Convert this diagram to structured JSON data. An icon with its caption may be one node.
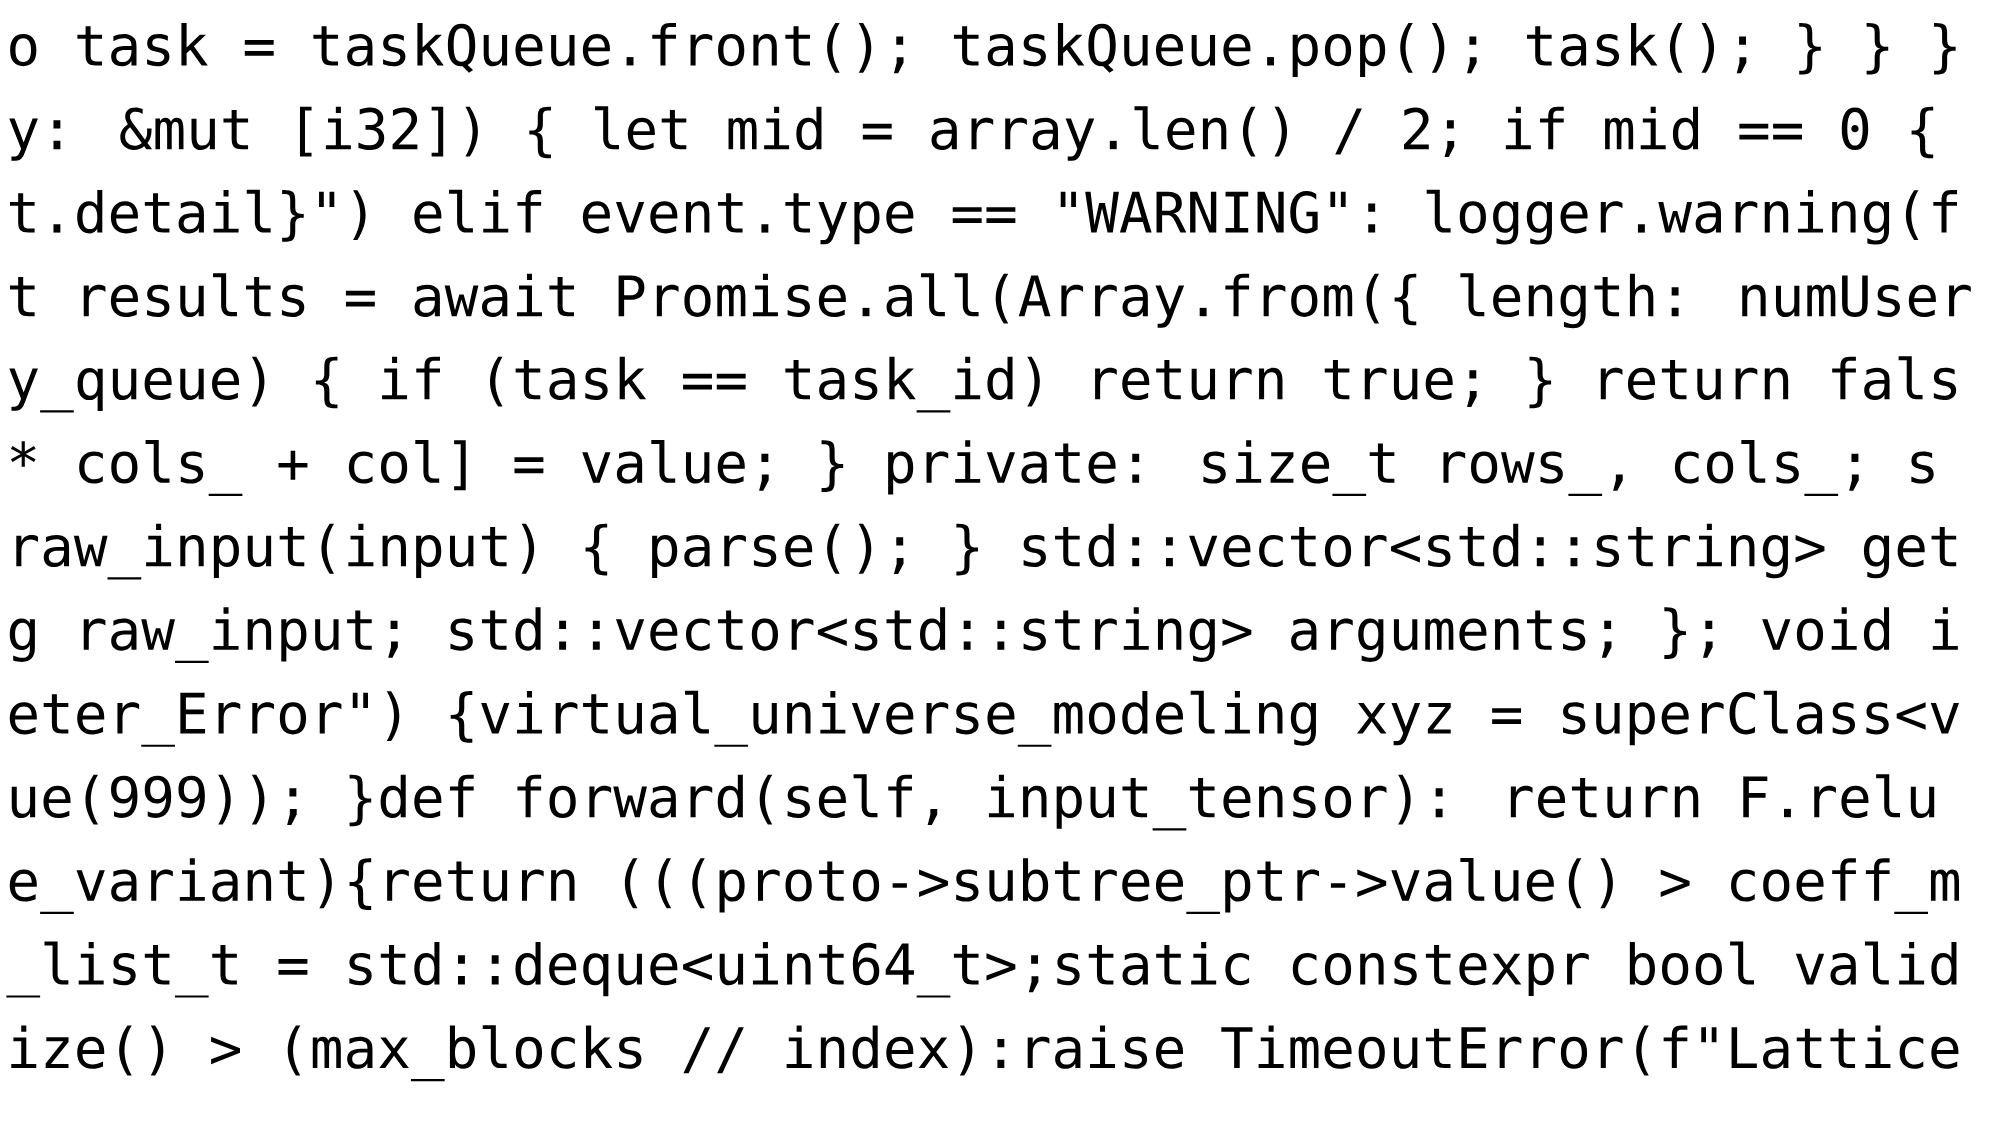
{
  "diagram": {
    "labels": [
      "o task = taskQueue.front(); taskQueue.pop(); task(); } } }",
      "y: &mut [i32]) { let mid = array.len() / 2; if mid == 0 {",
      "t.detail}\") elif event.type == \"WARNING\": logger.warning(f",
      "t results = await Promise.all(Array.from({ length: numUser",
      "y_queue) { if (task == task_id) return true; } return fals",
      "* cols_ + col] = value; } private: size_t rows_, cols_; s",
      "raw_input(input) { parse(); } std::vector<std::string> get",
      "g raw_input; std::vector<std::string> arguments; }; void i",
      "eter_Error\") {virtual_universe_modeling xyz = superClass<v",
      "ue(999)); }def forward(self, input_tensor): return F.relu",
      "e_variant){return (((proto->subtree_ptr->value() > coeff_m",
      "_list_t = std::deque<uint64_t>;static constexpr bool valid",
      "ize() > (max_blocks // index):raise TimeoutError(f\"Lattice"
    ]
  }
}
